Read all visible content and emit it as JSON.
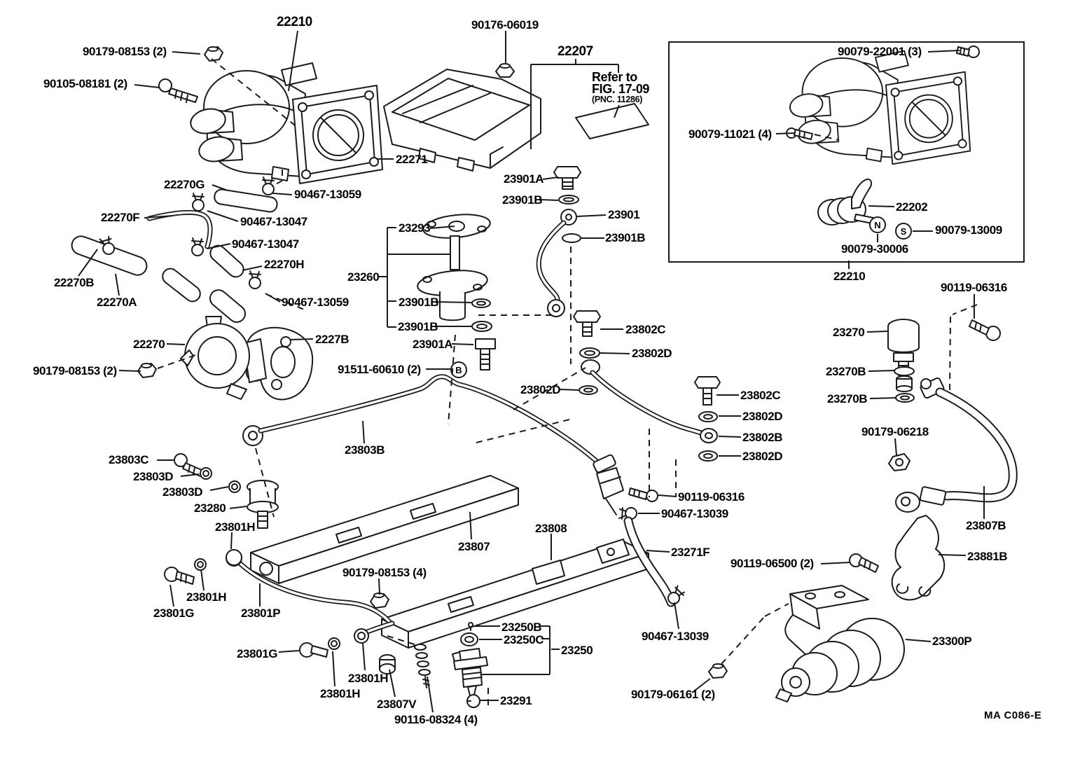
{
  "diagram": {
    "footer_code": "MA  C086-E",
    "note": {
      "line1": "Refer to",
      "line2": "FIG. 17-09",
      "line3": "(PNC. 11286)"
    },
    "badges": {
      "n": "N",
      "s": "S",
      "b": "B"
    },
    "line_color": "#1a1a1a",
    "background": "#ffffff"
  },
  "labels": [
    "22210",
    "90179-08153 (2)",
    "90105-08181 (2)",
    "90176-06019",
    "22207",
    "22271",
    "22270G",
    "90467-13059",
    "22270F",
    "90467-13047",
    "90467-13047",
    "22270H",
    "22270B",
    "22270A",
    "90467-13059",
    "22270",
    "2227B",
    "90179-08153 (2)",
    "23293",
    "23901A",
    "23901B",
    "23901",
    "23901B",
    "23260",
    "23901B",
    "23901B",
    "23901A",
    "91511-60610 (2)",
    "23803B",
    "23802C",
    "23802D",
    "23802D",
    "23802C",
    "23802D",
    "23802B",
    "23802D",
    "23803C",
    "23803D",
    "23803D",
    "23280",
    "23801H",
    "23801H",
    "23801G",
    "23801P",
    "23801G",
    "23801H",
    "23801H",
    "23807V",
    "90116-08324 (4)",
    "90179-08153 (4)",
    "23807",
    "23808",
    "23250B",
    "23250C",
    "23250",
    "23291",
    "90119-06316",
    "90467-13039",
    "23271F",
    "90119-06500 (2)",
    "90467-13039",
    "90179-06161 (2)",
    "23300P",
    "23807B",
    "23881B",
    "90119-06316",
    "23270",
    "23270B",
    "23270B",
    "90179-06218",
    "22210",
    "90079-22001 (3)",
    "90079-11021 (4)",
    "22202",
    "90079-13009",
    "90079-30006"
  ]
}
